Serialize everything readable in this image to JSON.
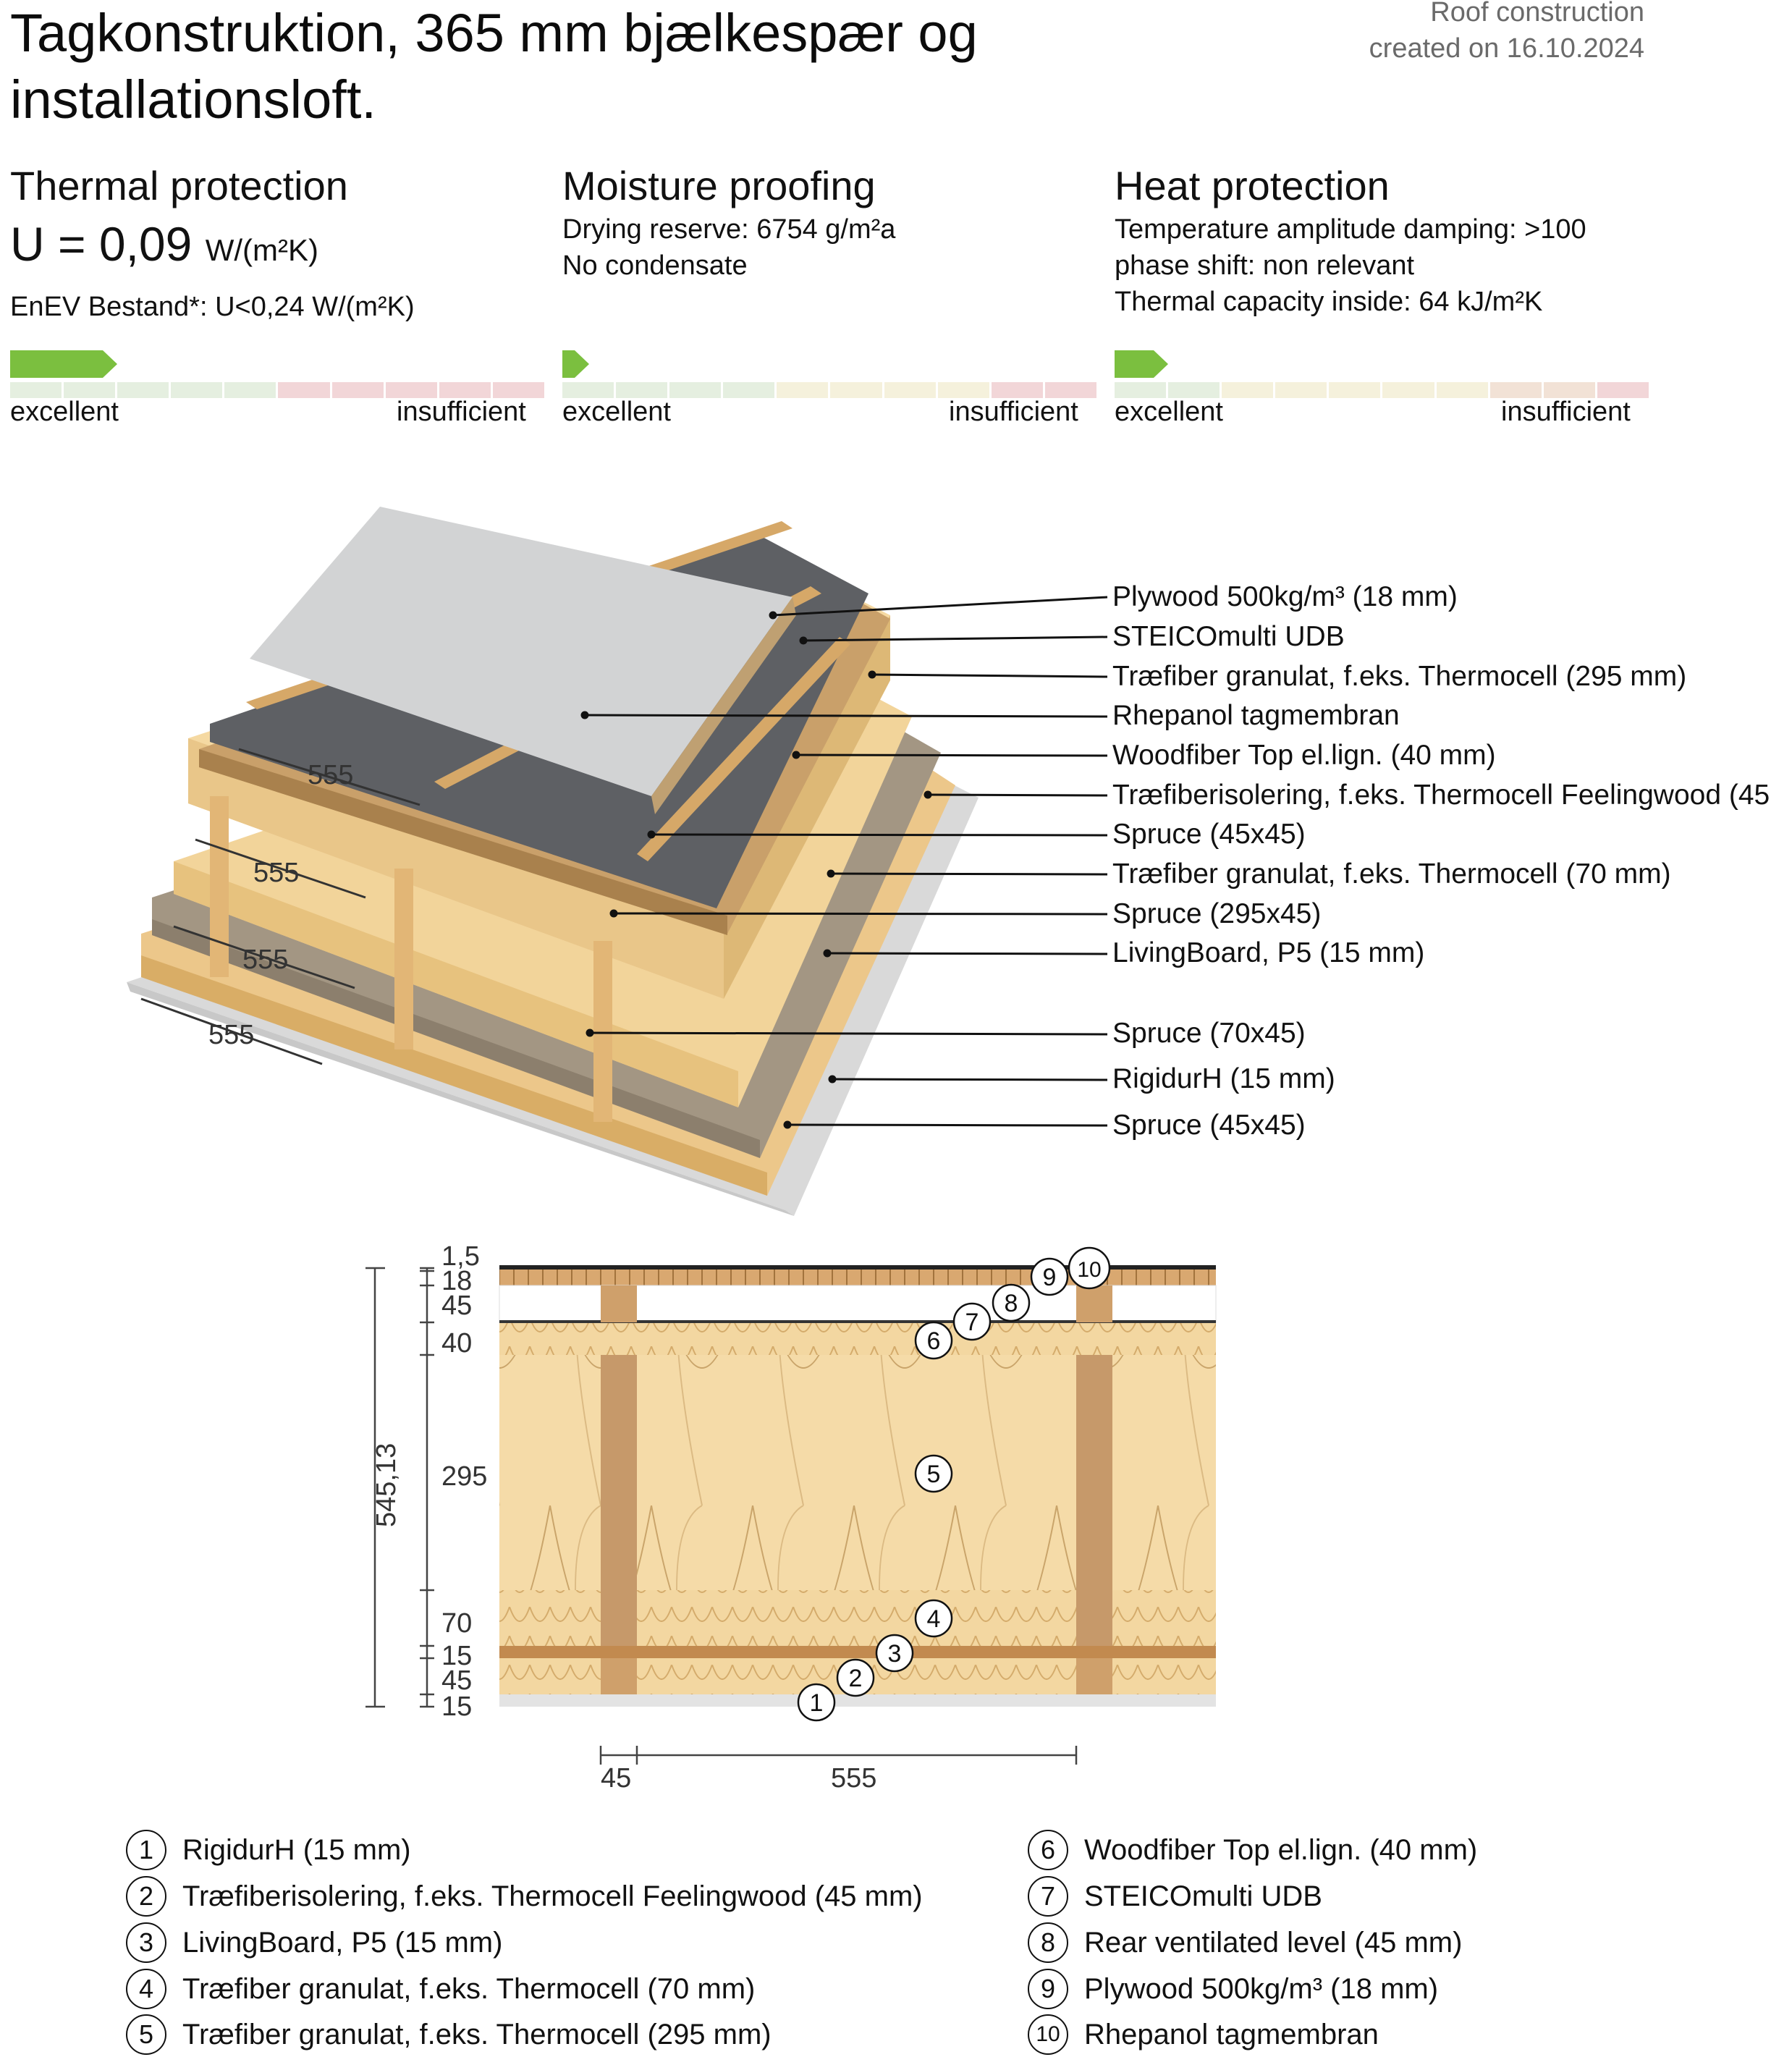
{
  "title": "Tagkonstruktion, 365 mm bjælkespær og installationsloft.",
  "meta": {
    "line1": "Roof construction",
    "line2": "created on 16.10.2024"
  },
  "thermal": {
    "heading": "Thermal protection",
    "u_value": "U = 0,09",
    "u_unit": "W/(m²K)",
    "enev": "EnEV Bestand*: U<0,24 W/(m²K)",
    "rating": 0.2,
    "scale_colors": [
      "#e5efe0",
      "#e5efe0",
      "#e5efe0",
      "#e5efe0",
      "#e5efe0",
      "#f2d6d8",
      "#f2d6d8",
      "#f2d6d8",
      "#f2d6d8",
      "#f2d6d8"
    ]
  },
  "moisture": {
    "heading": "Moisture proofing",
    "line1": "Drying reserve: 6754 g/m²a",
    "line2": "No condensate",
    "rating": 0.05,
    "scale_colors": [
      "#e5efe0",
      "#e5efe0",
      "#e5efe0",
      "#e5efe0",
      "#f5f1dc",
      "#f5f1dc",
      "#f5f1dc",
      "#f5f1dc",
      "#f2d6d8",
      "#f2d6d8"
    ]
  },
  "heat": {
    "heading": "Heat protection",
    "line1": "Temperature amplitude damping: >100",
    "line2": "phase shift: non relevant",
    "line3": "Thermal capacity inside: 64 kJ/m²K",
    "rating": 0.1,
    "scale_colors": [
      "#e5efe0",
      "#e5efe0",
      "#f5f1dc",
      "#f5f1dc",
      "#f5f1dc",
      "#f5f1dc",
      "#f5f1dc",
      "#f2e2d6",
      "#f2e2d6",
      "#f2d6d8"
    ]
  },
  "scale_labels": {
    "left": "excellent",
    "right": "insufficient"
  },
  "iso_dims": [
    "555",
    "555",
    "555",
    "555"
  ],
  "callouts": [
    "Plywood 500kg/m³ (18 mm)",
    "STEICOmulti UDB",
    "Træfiber granulat, f.eks. Thermocell (295 mm)",
    "Rhepanol tagmembran",
    "Woodfiber Top el.lign. (40 mm)",
    "Træfiberisolering, f.eks. Thermocell Feelingwood (45",
    "Spruce (45x45)",
    "Træfiber granulat, f.eks. Thermocell (70 mm)",
    "Spruce (295x45)",
    "LivingBoard, P5 (15 mm)",
    "Spruce (70x45)",
    "RigidurH (15 mm)",
    "Spruce (45x45)"
  ],
  "section": {
    "total": "545,13",
    "layer_dims": [
      "1,5",
      "18",
      "45",
      "40",
      "295",
      "70",
      "15",
      "45",
      "15"
    ],
    "bottom_dims": [
      "45",
      "555"
    ],
    "markers": [
      "1",
      "2",
      "3",
      "4",
      "5",
      "6",
      "7",
      "8",
      "9",
      "10"
    ]
  },
  "legend": [
    {
      "n": "1",
      "text": "RigidurH (15 mm)"
    },
    {
      "n": "2",
      "text": "Træfiberisolering, f.eks. Thermocell Feelingwood (45 mm)"
    },
    {
      "n": "3",
      "text": "LivingBoard, P5 (15 mm)"
    },
    {
      "n": "4",
      "text": "Træfiber granulat, f.eks. Thermocell (70 mm)"
    },
    {
      "n": "5",
      "text": "Træfiber granulat, f.eks. Thermocell (295 mm)"
    },
    {
      "n": "6",
      "text": "Woodfiber Top el.lign. (40 mm)"
    },
    {
      "n": "7",
      "text": "STEICOmulti UDB"
    },
    {
      "n": "8",
      "text": "Rear ventilated level (45 mm)"
    },
    {
      "n": "9",
      "text": "Plywood 500kg/m³ (18 mm)"
    },
    {
      "n": "10",
      "text": "Rhepanol tagmembran"
    }
  ]
}
